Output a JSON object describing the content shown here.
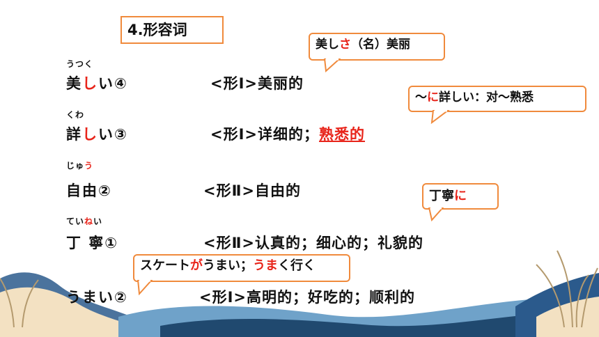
{
  "title": "4.形容词",
  "rows": [
    {
      "ruby": "うつく",
      "word_a": "美",
      "word_red": "し",
      "word_b": "い④",
      "gloss_a": "<形Ⅰ>美丽的",
      "gloss_red": ""
    },
    {
      "ruby": "くわ",
      "word_a": "詳",
      "word_red": "し",
      "word_b": "い③",
      "gloss_a": "<形Ⅰ>详细的；",
      "gloss_red": "熟悉的"
    },
    {
      "ruby_a": "じゅ",
      "ruby_red": "う",
      "word": "自由②",
      "gloss": "<形Ⅱ>自由的"
    },
    {
      "ruby_a": "てい",
      "ruby_red": "ね",
      "ruby_b": "い",
      "word": "丁 寧①",
      "gloss": "<形Ⅱ>认真的；细心的；礼貌的"
    },
    {
      "word": "うまい②",
      "gloss": "<形Ⅰ>高明的；好吃的；顺利的"
    }
  ],
  "bubbles": {
    "utsukushisa": {
      "a": "美し",
      "red": "さ",
      "b": "（名）美丽"
    },
    "kuwashii": {
      "a": "～",
      "red": "に",
      "b": "詳しい：对～熟悉"
    },
    "teinei": {
      "a": "丁寧",
      "red": "に"
    },
    "umai": {
      "a": "スケート",
      "red1": "が",
      "b": "うまい；",
      "red2": "うま",
      "c": "く行く"
    }
  },
  "colors": {
    "accent_orange": "#f08a3c",
    "highlight_red": "#e8241a"
  }
}
